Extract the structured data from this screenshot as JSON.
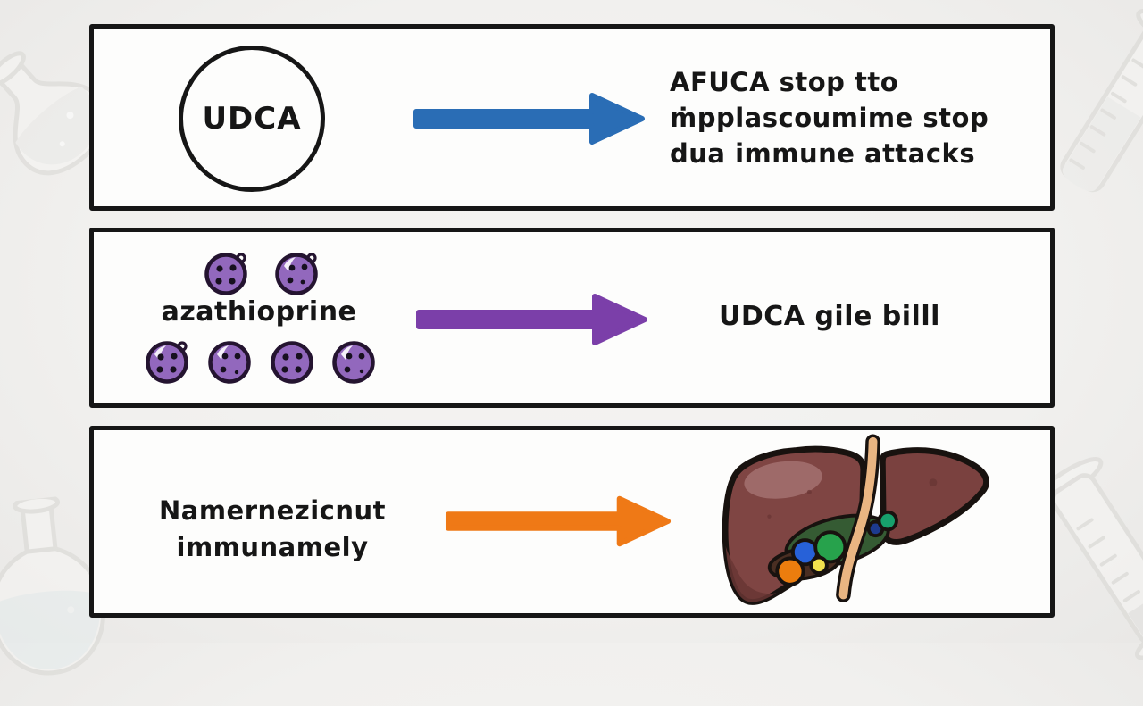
{
  "scene": {
    "background": "#f1f0ee",
    "panel_background": "#fdfdfc",
    "outline_color": "#161616",
    "text_color": "#161616"
  },
  "panels": [
    {
      "id": "udca-row",
      "circle_label": "UDCA",
      "arrow_color": "#2a6db5",
      "result_lines": [
        "AFUCA stop tto",
        "ṁpplascoumime stop",
        "dua immune attacks"
      ]
    },
    {
      "id": "azathioprine-row",
      "drug_label": "azathioprine",
      "arrow_color": "#7b3fa9",
      "result_text": "UDCA gile billl",
      "cell_fill": "#9268bd",
      "cell_outline": "#241430",
      "cell_dot": "#17101f"
    },
    {
      "id": "liver-row",
      "drug_lines": [
        "Namernezicnut",
        "immunamely"
      ],
      "arrow_color": "#ef7916",
      "liver": {
        "body": "#7f4543",
        "body_right": "#7a413f",
        "shade": "#693634",
        "highlight": "#a06d6c",
        "outline": "#18120f",
        "duct": "#e9b582",
        "pocket_green": "#355b33",
        "pocket_brown": "#4a2e22",
        "stones": [
          "#2761d8",
          "#27a24c",
          "#f3e14e",
          "#ec7d0e",
          "#17a06c",
          "#1d3a8f"
        ]
      }
    }
  ],
  "decorations": {
    "corner_items": [
      "erlenmeyer-flask",
      "syringe",
      "round-flask",
      "syringe"
    ],
    "stroke": "#d8d7d3"
  }
}
